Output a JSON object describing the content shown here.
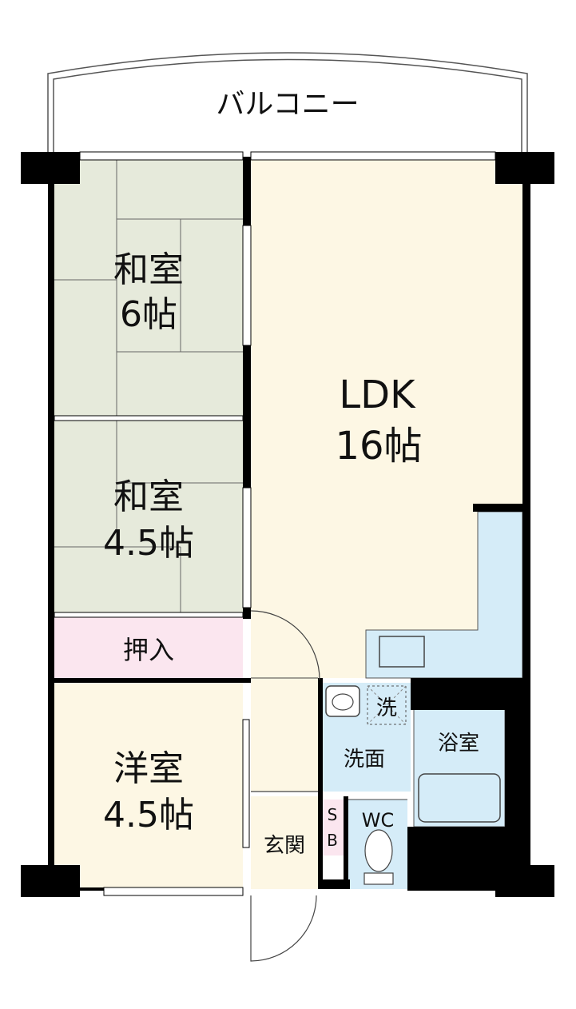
{
  "rooms": {
    "balcony": "バルコニー",
    "washitsu1": {
      "name": "和室",
      "size": "6帖"
    },
    "washitsu2": {
      "name": "和室",
      "size": "4.5帖"
    },
    "ldk": {
      "name": "LDK",
      "size": "16帖"
    },
    "oshiire": "押入",
    "youshitsu": {
      "name": "洋室",
      "size": "4.5帖"
    },
    "genkan": "玄関",
    "sb_top": "S",
    "sb_bottom": "B",
    "wc": "WC",
    "senmen": "洗面",
    "yokushitsu": "浴室",
    "washer": "洗"
  },
  "colors": {
    "wall": "#000000",
    "tatami": "#e6eadb",
    "ldk_floor": "#fdf7e4",
    "western_floor": "#fdf7e4",
    "closet": "#fbe6ef",
    "wet_area": "#d5ecf8",
    "line": "#333333"
  }
}
